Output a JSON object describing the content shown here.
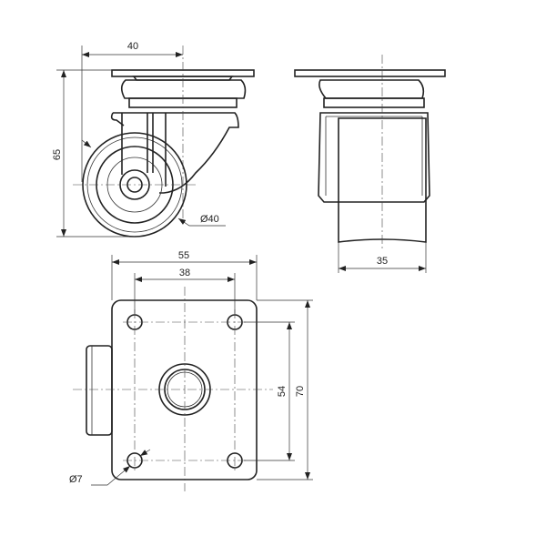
{
  "drawing": {
    "side_view": {
      "width_dim": "40",
      "height_dim": "65",
      "wheel_diameter": "Ø40"
    },
    "front_view": {
      "wheel_width_dim": "35"
    },
    "top_view": {
      "plate_width": "55",
      "hole_spacing_x": "38",
      "hole_spacing_y": "54",
      "plate_length": "70",
      "hole_diameter": "Ø7"
    }
  },
  "colors": {
    "line": "#222222",
    "background": "#ffffff"
  }
}
